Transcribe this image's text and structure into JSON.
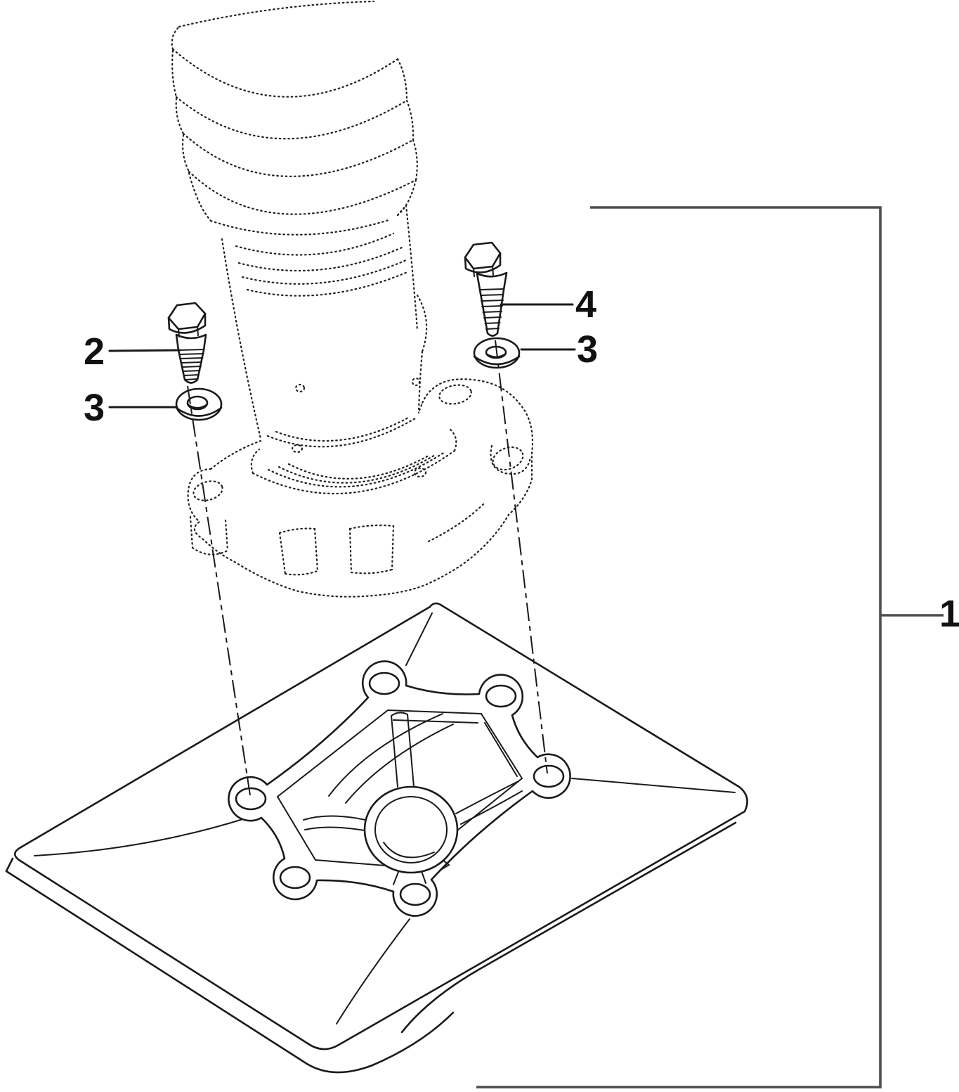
{
  "diagram": {
    "type": "exploded-parts-diagram",
    "subject": "rammer-shoe-assembly",
    "background": "#ffffff",
    "line_color": "#1a1a1a",
    "bracket_color": "#4d4d4d",
    "callouts": [
      {
        "label": "1",
        "part": "shoe-assembly"
      },
      {
        "label": "2",
        "part": "hex-bolt-left"
      },
      {
        "label": "3",
        "part": "washer-left"
      },
      {
        "label": "4",
        "part": "hex-bolt-right"
      },
      {
        "label": "3",
        "part": "washer-right"
      }
    ]
  }
}
